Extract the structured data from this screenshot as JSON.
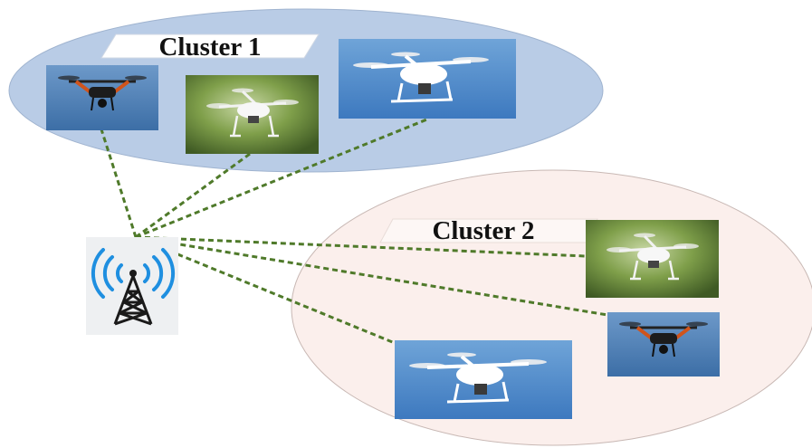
{
  "clusters": [
    {
      "label": "Cluster 1"
    },
    {
      "label": "Cluster 2"
    }
  ],
  "nodes": {
    "base_station": {
      "icon": "cell-tower-icon"
    },
    "drones": [
      {
        "cluster": "Cluster 1",
        "icon": "quadcopter-drone-icon",
        "style": "dark-drone-blue-sky"
      },
      {
        "cluster": "Cluster 1",
        "icon": "quadcopter-drone-icon",
        "style": "white-drone-green-background"
      },
      {
        "cluster": "Cluster 1",
        "icon": "quadcopter-drone-icon",
        "style": "white-drone-blue-sky"
      },
      {
        "cluster": "Cluster 2",
        "icon": "quadcopter-drone-icon",
        "style": "white-drone-green-background"
      },
      {
        "cluster": "Cluster 2",
        "icon": "quadcopter-drone-icon",
        "style": "dark-drone-blue-sky"
      },
      {
        "cluster": "Cluster 2",
        "icon": "quadcopter-drone-icon",
        "style": "white-drone-blue-sky"
      }
    ]
  },
  "links": {
    "style": "dashed",
    "color": "#4f7a2a",
    "count": 6
  },
  "colors": {
    "cluster1_fill": "#b9cce6",
    "cluster2_fill": "#fbefec",
    "cluster2_stroke": "#c8b8b4",
    "tower_waves": "#1f8fe0",
    "tower_body": "#1a1a1a"
  }
}
